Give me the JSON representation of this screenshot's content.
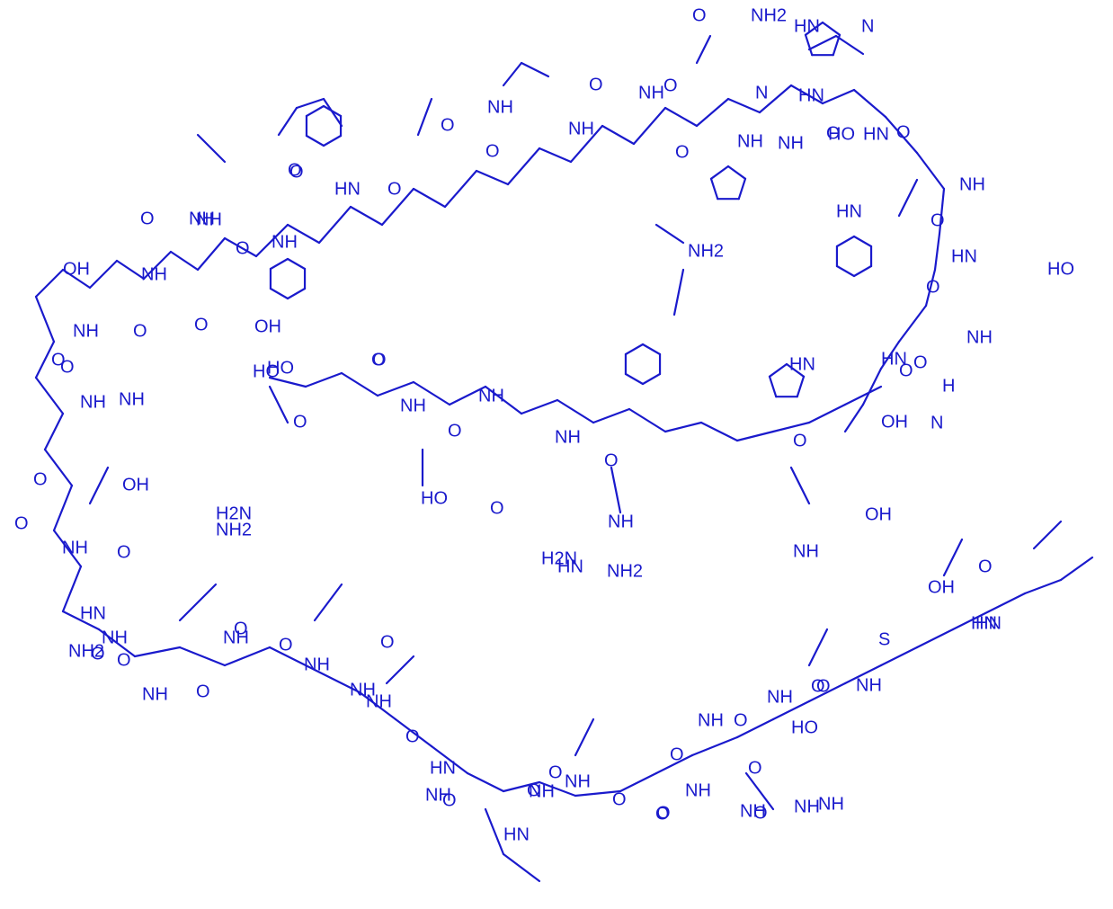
{
  "diagram": {
    "type": "peptide-skeletal-structure",
    "ink_color": "#1a1acc",
    "background_color": "#ffffff",
    "atom_labels": [
      "O",
      "NH2",
      "HN",
      "N",
      "O",
      "NH",
      "N",
      "O",
      "HN",
      "NH",
      "O",
      "NH",
      "O",
      "O",
      "NH",
      "NH",
      "O",
      "O",
      "HN",
      "NH",
      "O",
      "HN",
      "O",
      "HO",
      "O",
      "NH",
      "NH2",
      "HN",
      "O",
      "O",
      "NH",
      "O",
      "NH",
      "HN",
      "O",
      "NH",
      "O",
      "HO",
      "NH",
      "OH",
      "O",
      "NH",
      "O",
      "OH",
      "HO",
      "O",
      "HN",
      "O",
      "OH",
      "HO",
      "O",
      "NH",
      "NH",
      "O",
      "O",
      "N",
      "H",
      "HO",
      "O",
      "OH",
      "O",
      "NH",
      "O",
      "NH",
      "NH",
      "O",
      "H2N",
      "NH",
      "HN",
      "O",
      "NH2",
      "O",
      "NH2",
      "HN",
      "OH",
      "O",
      "O",
      "NH",
      "NH",
      "O",
      "O",
      "NH",
      "O",
      "O",
      "NH",
      "O",
      "NH",
      "O",
      "HN",
      "HN",
      "O",
      "NH",
      "O",
      "NH",
      "HO",
      "O",
      "NH",
      "O",
      "NH",
      "NH",
      "H2N",
      "NH2",
      "HN",
      "NH",
      "NH",
      "O",
      "NH",
      "HN",
      "O",
      "O",
      "HN",
      "NH",
      "O",
      "O",
      "O",
      "NH",
      "O",
      "O",
      "NH",
      "NH",
      "O",
      "NH",
      "O",
      "S",
      "OH"
    ]
  }
}
